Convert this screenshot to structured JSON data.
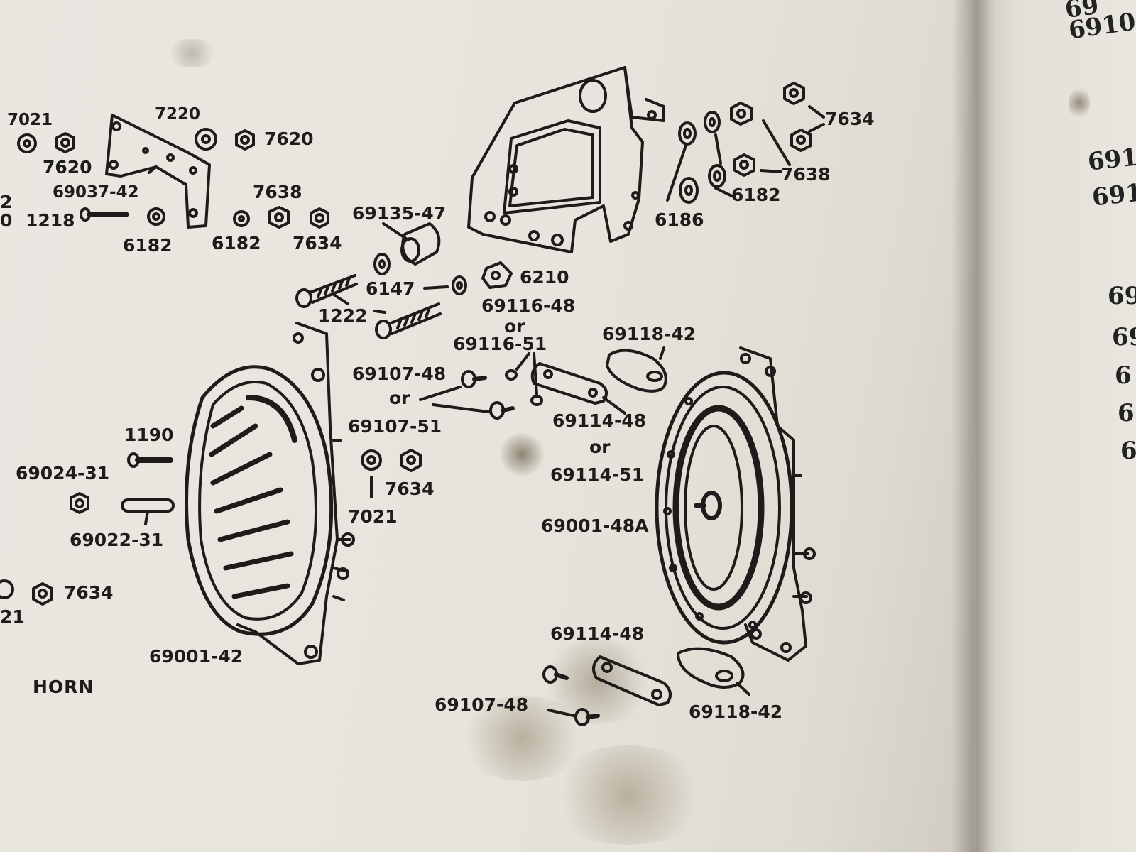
{
  "section_title": "HORN",
  "part_labels": {
    "p7021_a": "7021",
    "p7220": "7220",
    "p7620_a": "7620",
    "p7620_b": "7620",
    "p69037_42": "69037-42",
    "p_cut_top": "2",
    "p_cut_bot": "0",
    "p1218": "1218",
    "p7638_a": "7638",
    "p6182_a": "6182",
    "p6182_b": "6182",
    "p7634_a": "7634",
    "p69135_47": "69135-47",
    "p6147": "6147",
    "p1222": "1222",
    "p6210": "6210",
    "p69116_48": "69116-48",
    "or_a": "or",
    "p69116_51": "69116-51",
    "p69118_42_a": "69118-42",
    "p69107_48_a": "69107-48",
    "or_b": "or",
    "p69107_51": "69107-51",
    "p69114_48_a": "69114-48",
    "or_c": "or",
    "p69114_51": "69114-51",
    "p1190": "1190",
    "p69024_31": "69024-31",
    "p7634_b": "7634",
    "p7021_b": "7021",
    "p69022_31": "69022-31",
    "p69001_48a": "69001-48A",
    "p7634_c": "7634",
    "p_cut_21": "21",
    "p69001_42": "69001-42",
    "p69114_48_b": "69114-48",
    "p69107_48_b": "69107-48",
    "p69118_42_b": "69118-42",
    "p7634_d": "7634",
    "p7638_b": "7638",
    "p6182_c": "6182",
    "p6186": "6186"
  },
  "right_page_fragments": [
    "69",
    "6910",
    "691",
    "691",
    "69",
    "69",
    "6",
    "6",
    "6"
  ]
}
